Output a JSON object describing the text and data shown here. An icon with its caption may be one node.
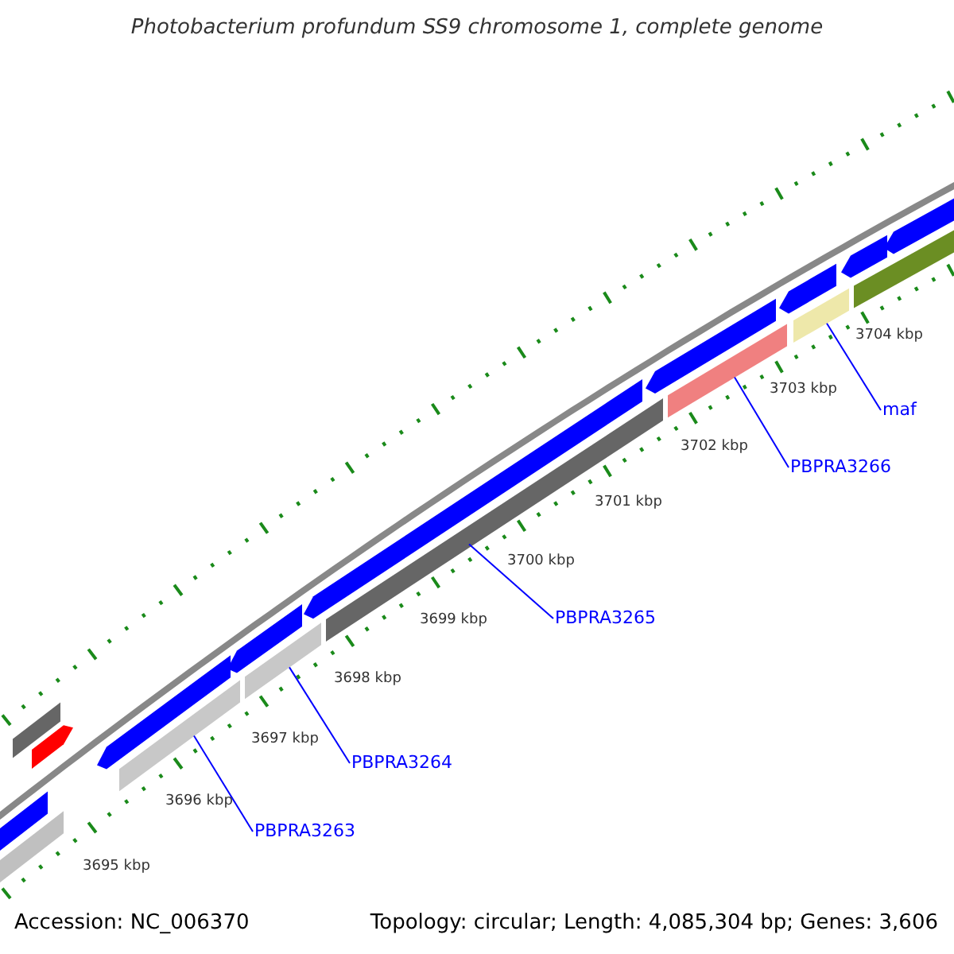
{
  "diagram": {
    "title": "Photobacterium profundum SS9 chromosome 1, complete genome",
    "nodes": [
      {
        "text": [
          "PBPRA3263"
        ]
      },
      {
        "text": [],
        "shape": "bar"
      },
      {
        "text": [
          "PBPRA3264"
        ]
      },
      {
        "text": [],
        "shape": "bar"
      },
      {
        "text": [
          "PBPRA3265"
        ]
      },
      {
        "text": [],
        "shape": "bar"
      },
      {
        "text": [
          "PBPRA3266"
        ]
      },
      {
        "text": [],
        "shape": "bar"
      },
      {
        "text": [
          "maf"
        ]
      },
      {
        "text": [],
        "shape": "bar"
      },
      {
        "text": [],
        "shape": "bar"
      },
      {
        "text": [],
        "shape": "bar"
      },
      {
        "text": [],
        "shape": "bar"
      },
      {
        "text": [],
        "shape": "bar"
      },
      {
        "text": [],
        "shape": "bar"
      },
      {
        "text": [],
        "shape": "bar"
      },
      {
        "text": [],
        "shape": "bar"
      },
      {
        "text": [],
        "shape": "bar"
      },
      {
        "text": [],
        "shape": "bar"
      },
      {
        "text": [],
        "shape": "bar"
      },
      {
        "text": [],
        "shape": "bar"
      },
      {
        "text": [],
        "shape": "bar"
      }
    ],
    "edges": [
      {
        "from": 0,
        "to": 1,
        "arrow": "none"
      },
      {
        "from": 2,
        "to": 3,
        "arrow": "none"
      },
      {
        "from": 4,
        "to": 5,
        "arrow": "none"
      },
      {
        "from": 6,
        "to": 7,
        "arrow": "none"
      },
      {
        "from": 8,
        "to": 9,
        "arrow": "none"
      }
    ],
    "labels": [
      "3704 kbp",
      "3703 kbp",
      "3702 kbp",
      "3701 kbp",
      "3700 kbp",
      "3699 kbp",
      "3698 kbp",
      "3697 kbp",
      "3696 kbp",
      "3695 kbp",
      "Accession: NC_006370",
      "Topology: circular; Length: 4,085,304 bp; Genes: 3,606"
    ]
  }
}
